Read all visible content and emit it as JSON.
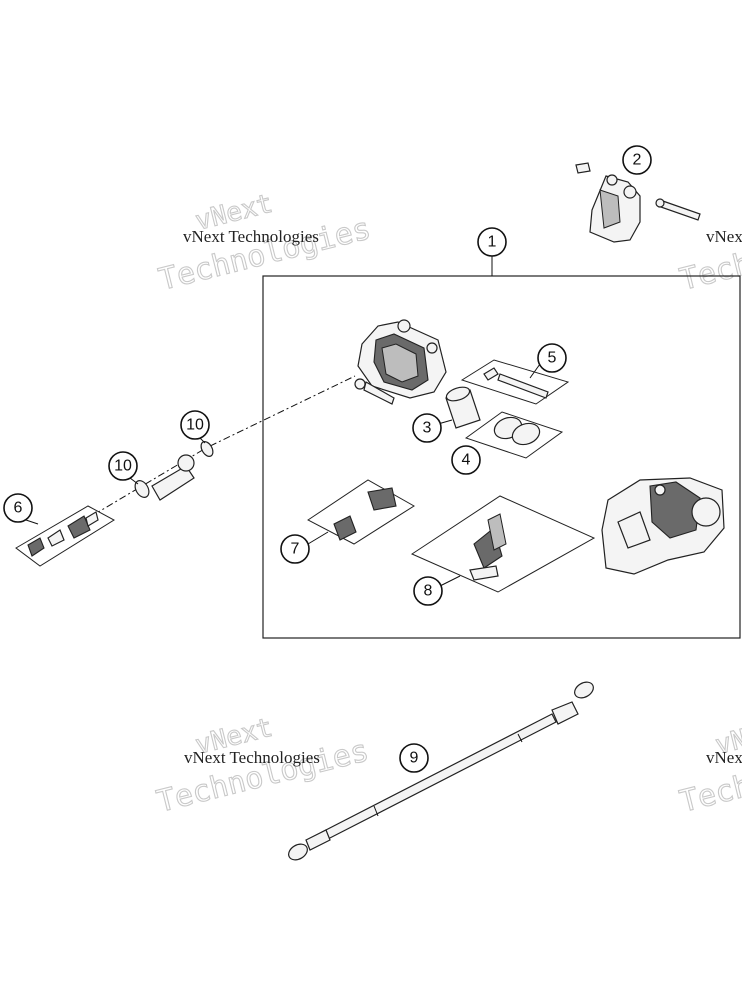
{
  "callouts": [
    {
      "id": "callout-1",
      "label": "1"
    },
    {
      "id": "callout-2",
      "label": "2"
    },
    {
      "id": "callout-3",
      "label": "3"
    },
    {
      "id": "callout-4",
      "label": "4"
    },
    {
      "id": "callout-5",
      "label": "5"
    },
    {
      "id": "callout-6",
      "label": "6"
    },
    {
      "id": "callout-7",
      "label": "7"
    },
    {
      "id": "callout-8",
      "label": "8"
    },
    {
      "id": "callout-9",
      "label": "9"
    },
    {
      "id": "callout-10a",
      "label": "10"
    },
    {
      "id": "callout-10b",
      "label": "10"
    }
  ],
  "watermark": {
    "line1": "vNext Technologies",
    "ghost_top": "vNext",
    "ghost_bottom": "Technologies",
    "edge_top": "vNex",
    "edge_bottom": "Tech"
  },
  "colors": {
    "line": "#111111",
    "part_fill": "#f4f4f4",
    "part_dark": "#6a6a6a",
    "watermark_ghost": "#c9c9c9"
  }
}
